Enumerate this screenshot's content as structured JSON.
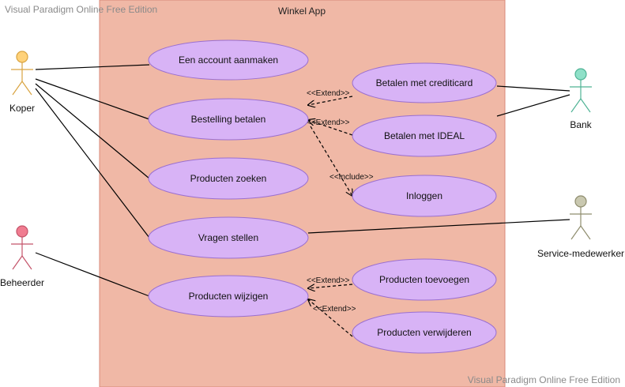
{
  "watermark": {
    "top": "Visual Paradigm Online Free Edition",
    "bottom": "Visual Paradigm Online Free Edition"
  },
  "system": {
    "title": "Winkel App",
    "fill": "#f0b8a6",
    "stroke": "#d9897a"
  },
  "colors": {
    "usecase_fill": "#d8b3f6",
    "usecase_stroke": "#9a6fd0",
    "line": "#000000"
  },
  "actors": {
    "koper": {
      "label": "Koper",
      "head": "#ffd27a",
      "stroke": "#d9a441"
    },
    "beheerder": {
      "label": "Beheerder",
      "head": "#f07c90",
      "stroke": "#c4546a"
    },
    "bank": {
      "label": "Bank",
      "head": "#8fe0c8",
      "stroke": "#4fb395"
    },
    "service": {
      "label": "Service-medewerker",
      "head": "#c9c8b0",
      "stroke": "#8f8d6e"
    }
  },
  "usecases": {
    "account": "Een account aanmaken",
    "bestelling": "Bestelling betalen",
    "zoeken": "Producten zoeken",
    "vragen": "Vragen stellen",
    "wijzigen": "Producten wijzigen",
    "creditcard": "Betalen met crediticard",
    "ideal": "Betalen met IDEAL",
    "inloggen": "Inloggen",
    "toevoegen": "Producten toevoegen",
    "verwijderen": "Producten verwijderen"
  },
  "relations": {
    "extend_creditcard": "<<Extend>>",
    "extend_ideal": "<<Extend>>",
    "include_inloggen": "<<Include>>",
    "extend_toevoegen": "<<Extend>>",
    "extend_verwijderen": "<<Extend>>"
  }
}
